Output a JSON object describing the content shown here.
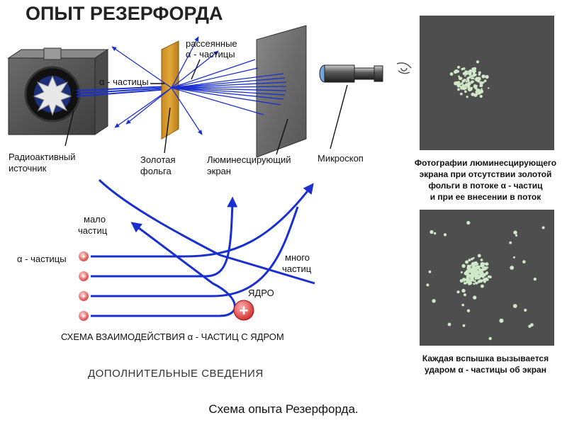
{
  "title": "ОПЫТ РЕЗЕРФОРДА",
  "apparatus": {
    "alpha_particles": "α - частицы",
    "scattered_line1": "рассеянные",
    "scattered_line2": "α - частицы",
    "source_line1": "Радиоактивный",
    "source_line2": "источник",
    "foil_line1": "Золотая",
    "foil_line2": "фольга",
    "screen_line1": "Люминесцирующий",
    "screen_line2": "экран",
    "microscope": "Микроскоп"
  },
  "photos": {
    "caption_line1": "Фотографии люминесцирующего",
    "caption_line2": "экрана при отсутствии золотой",
    "caption_line3": "фольги в потоке α - частиц",
    "caption_line4": "и при ее внесении в поток",
    "flash_note_line1": "Каждая вспышка вызывается",
    "flash_note_line2": "ударом α - частицы об экран"
  },
  "scheme": {
    "few_line1": "мало",
    "few_line2": "частиц",
    "alpha_particles": "α - частицы",
    "many_line1": "много",
    "many_line2": "частиц",
    "nucleus": "ЯДРО",
    "plus": "+",
    "caption": "СХЕМА ВЗАИМОДЕЙСТВИЯ α - ЧАСТИЦ С ЯДРОМ"
  },
  "extra_info": "ДОПОЛНИТЕЛЬНЫЕ СВЕДЕНИЯ",
  "footer_caption": "Схема опыта Резерфорда.",
  "colors": {
    "beam": "#1a2fd0",
    "foil": "#d89a28",
    "photo_bg": "#4e4e4e",
    "flash": "#cfe8c8",
    "nucleus": "#e04040"
  }
}
